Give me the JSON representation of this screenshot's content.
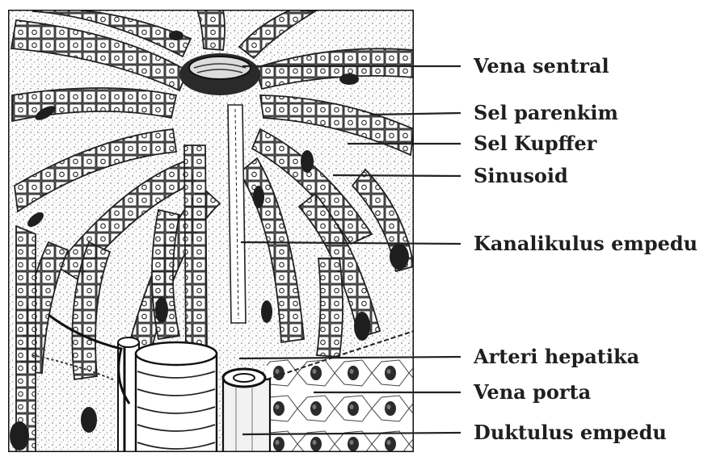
{
  "labels": [
    {
      "key": "central_vein",
      "text": "Vena sentral"
    },
    {
      "key": "parenchyma_cell",
      "text": "Sel parenkim"
    },
    {
      "key": "kupffer_cell",
      "text": "Sel Kupffer"
    },
    {
      "key": "sinusoid",
      "text": "Sinusoid"
    },
    {
      "key": "bile_canaliculus",
      "text": "Kanalikulus empedu"
    },
    {
      "key": "hepatic_artery",
      "text": "Arteri hepatika"
    },
    {
      "key": "portal_vein",
      "text": "Vena porta"
    },
    {
      "key": "bile_ductule",
      "text": "Duktulus empedu"
    }
  ],
  "colors": {
    "ink": "#1f1f1f",
    "paper": "#ffffff"
  }
}
